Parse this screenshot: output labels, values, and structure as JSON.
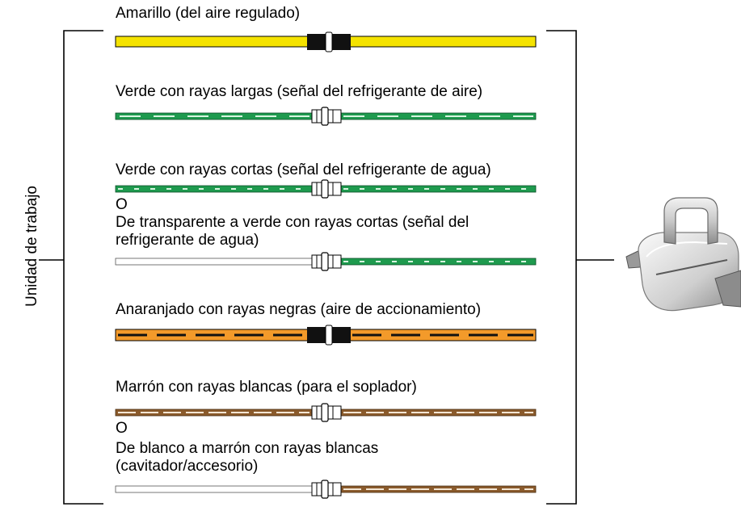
{
  "side_label": "Unidad de trabajo",
  "tubes": [
    {
      "label": "Amarillo (del aire regulado)",
      "style": "yellow",
      "color": "#f5e300"
    },
    {
      "label": "Verde con rayas largas (señal del refrigerante de aire)",
      "style": "green-long-stripes",
      "color": "#1e9a4e"
    },
    {
      "label": "Verde con rayas cortas (señal del refrigerante de agua)",
      "style": "green-short-stripes",
      "color": "#1e9a4e"
    },
    {
      "label": "O",
      "style": "separator"
    },
    {
      "label": "De transparente a verde con rayas cortas (señal del refrigerante de agua)",
      "style": "clear-to-green-short-stripes",
      "color": "#1e9a4e"
    },
    {
      "label": "Anaranjado con rayas negras (aire de accionamiento)",
      "style": "orange-black-stripes",
      "color": "#f39a2a"
    },
    {
      "label": "Marrón con rayas blancas (para el soplador)",
      "style": "brown-white-stripes",
      "color": "#8a5a2b"
    },
    {
      "label": "O",
      "style": "separator"
    },
    {
      "label": "De blanco a marrón con rayas blancas (cavitador/accesorio)",
      "style": "white-to-brown-white-stripes",
      "color": "#8a5a2b"
    }
  ],
  "handpiece_icon": "handpiece-connector-icon"
}
